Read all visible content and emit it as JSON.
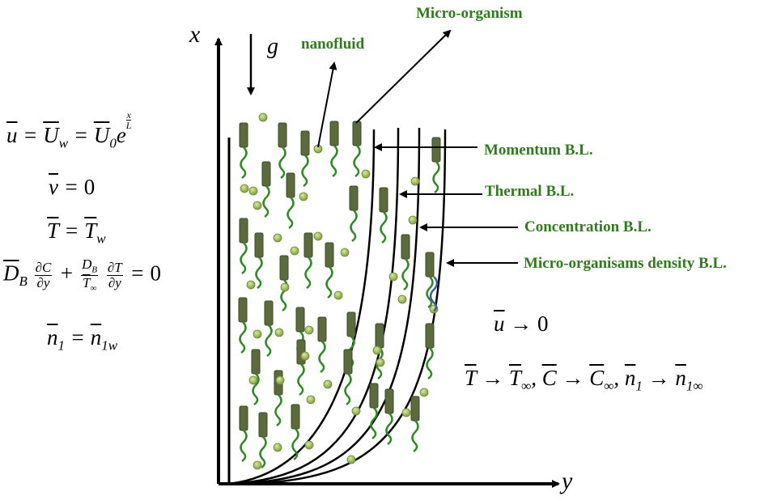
{
  "axes": {
    "x": "x",
    "y": "y",
    "gravity": "g"
  },
  "labels": {
    "nanofluid": "nanofluid",
    "micro_organism": "Micro-organism",
    "momentum": "Momentum B.L.",
    "thermal": "Thermal B.L.",
    "concentration": "Concentration B.L.",
    "micro_density": "Micro-organisams density B.L."
  },
  "wall_conditions": {
    "u": {
      "lhs": "u",
      "ref1": "U",
      "ref1_sub": "w",
      "ref2": "U",
      "ref2_sub": "0",
      "exp_base": "e",
      "exp_num": "x",
      "exp_den": "L"
    },
    "v": {
      "lhs": "v",
      "rhs": "0"
    },
    "T": {
      "lhs": "T",
      "rhs": "T",
      "rhs_sub": "w"
    },
    "D": {
      "coef": "D",
      "coef_sub": "B",
      "f1_num": "∂C",
      "f1_den": "∂y",
      "f2_num": "D",
      "f2_num_sub": "B",
      "f2_den": "T",
      "f2_den_sub": "∞",
      "f3_num": "∂T",
      "f3_den": "∂y",
      "rhs": "0"
    },
    "n": {
      "lhs": "n",
      "lhs_sub": "1",
      "rhs": "n",
      "rhs_sub": "1w"
    }
  },
  "far_field": {
    "u": {
      "lhs": "u",
      "arrow": "→",
      "rhs": "0"
    },
    "all": {
      "T": "T",
      "T_inf": "T",
      "C": "C",
      "C_inf": "C",
      "n": "n",
      "n_sub": "1",
      "n_inf": "n",
      "n_inf_sub": "1∞",
      "inf": "∞"
    }
  },
  "colors": {
    "label_green": "#2e7d1a",
    "organism_body": "#5c6b3c",
    "organism_tail": "#2e8b22",
    "particle": "#8fb24a"
  }
}
